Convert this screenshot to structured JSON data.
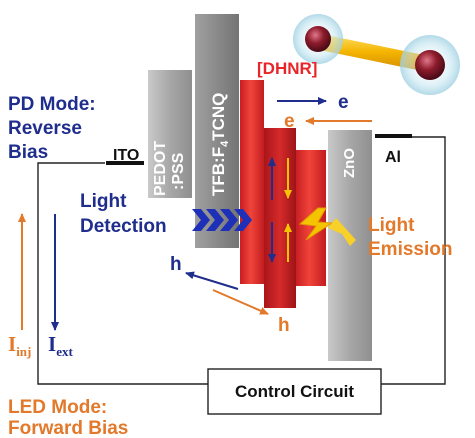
{
  "colors": {
    "navy": "#1f2d8c",
    "orange": "#e2792b",
    "red_label": "#e8262a",
    "band_red": "#e3342c",
    "band_red_dark": "#b7181c",
    "gray_light": "#b4b4b4",
    "gray_mid": "#9d9d9d",
    "gray_dark": "#848484",
    "yellow": "#f5c400",
    "blue_chevron": "#1e2fb8"
  },
  "labels": {
    "pd_mode": [
      "PD Mode:",
      "Reverse",
      "Bias"
    ],
    "led_mode": [
      "LED Mode:",
      "Forward Bias"
    ],
    "ito": "ITO",
    "al": "Al",
    "pedot": [
      "PEDOT",
      ":PSS"
    ],
    "tfb_main": "TFB:F",
    "tfb_sub": "4",
    "tfb_tail": "TCNQ",
    "dhnr": "[DHNR]",
    "zno": "ZnO",
    "light_detection": [
      "Light",
      "Detection"
    ],
    "light_emission": [
      "Light",
      "Emission"
    ],
    "electron_out": "e",
    "electron_in": "e",
    "hole_out": "h",
    "hole_in": "h",
    "i_inj_main": "I",
    "i_inj_sub": "inj",
    "i_ext_main": "I",
    "i_ext_sub": "ext",
    "control_circuit": "Control Circuit"
  },
  "icons": {
    "nanorod": "double-heterojunction-nanorod-icon",
    "lightning": "light-emission-bolt-icon",
    "chevrons": "incoming-light-chevrons-icon"
  }
}
